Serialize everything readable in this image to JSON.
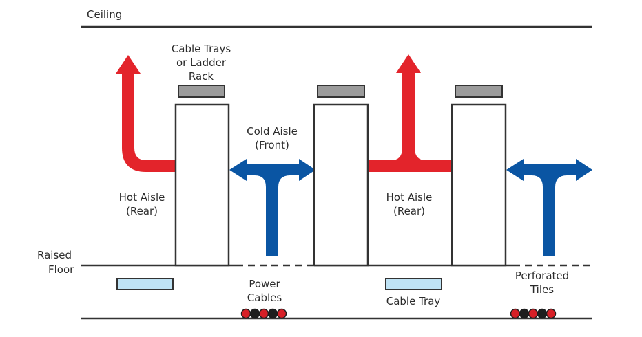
{
  "labels": {
    "ceiling": "Ceiling",
    "cable_trays_line1": "Cable Trays",
    "cable_trays_line2": "or Ladder",
    "cable_trays_line3": "Rack",
    "cold_aisle_line1": "Cold Aisle",
    "cold_aisle_line2": "(Front)",
    "hot_aisle_left_line1": "Hot Aisle",
    "hot_aisle_left_line2": "(Rear)",
    "hot_aisle_right_line1": "Hot Aisle",
    "hot_aisle_right_line2": "(Rear)",
    "raised_floor_line1": "Raised",
    "raised_floor_line2": "Floor",
    "power_cables_line1": "Power",
    "power_cables_line2": "Cables",
    "cable_tray": "Cable Tray",
    "perforated_tiles_line1": "Perforated",
    "perforated_tiles_line2": "Tiles"
  },
  "colors": {
    "hot_air": "#e3242b",
    "cold_air": "#0a55a3",
    "cable_tray_top": "#9b9b9b",
    "cable_tray_floor": "#bfe3f5",
    "cable_red": "#d72027",
    "cable_black": "#1e1e1e",
    "line": "#333333"
  }
}
